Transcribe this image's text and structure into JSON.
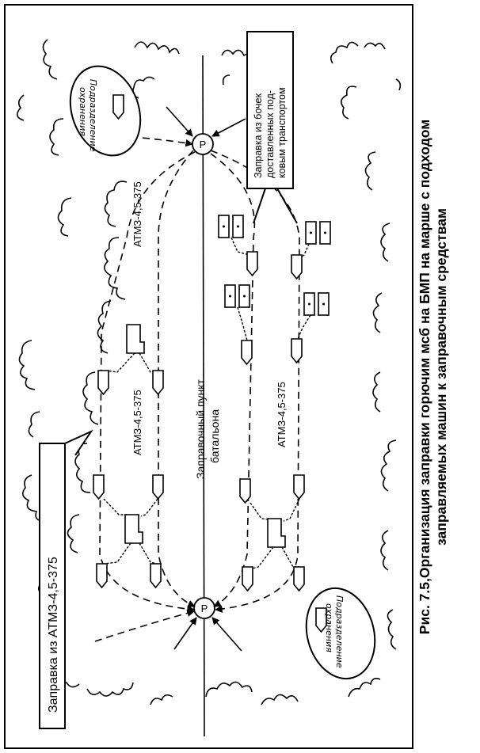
{
  "caption": {
    "line1": "Рис. 7.5,Организация заправки горючим мсб на БМП на марше с подходом",
    "line2": "заправляемых машин к заправочным средствам"
  },
  "labels": {
    "refuel_atmz": "Заправка из АТМЗ-4,5-375",
    "refuel_barrels_1": "Заправка из бочек",
    "refuel_barrels_2": "доставленных под-",
    "refuel_barrels_3": "ковым транспортом",
    "guard_top_1": "Подразделение",
    "guard_top_2": "охранения",
    "guard_bottom_1": "Подразделение",
    "guard_bottom_2": "охранения",
    "point_1": "Заправочный пункт",
    "point_2": "батальона",
    "atmz_top_left": "АТМЗ-4,5-375",
    "atmz_top_mid": "АТМЗ-4,5-375",
    "atmz_bottom": "АТМЗ-4,5-375",
    "reg_top": "Р",
    "reg_bottom": "Р"
  },
  "colors": {
    "ink": "#000000",
    "paper": "#ffffff"
  }
}
